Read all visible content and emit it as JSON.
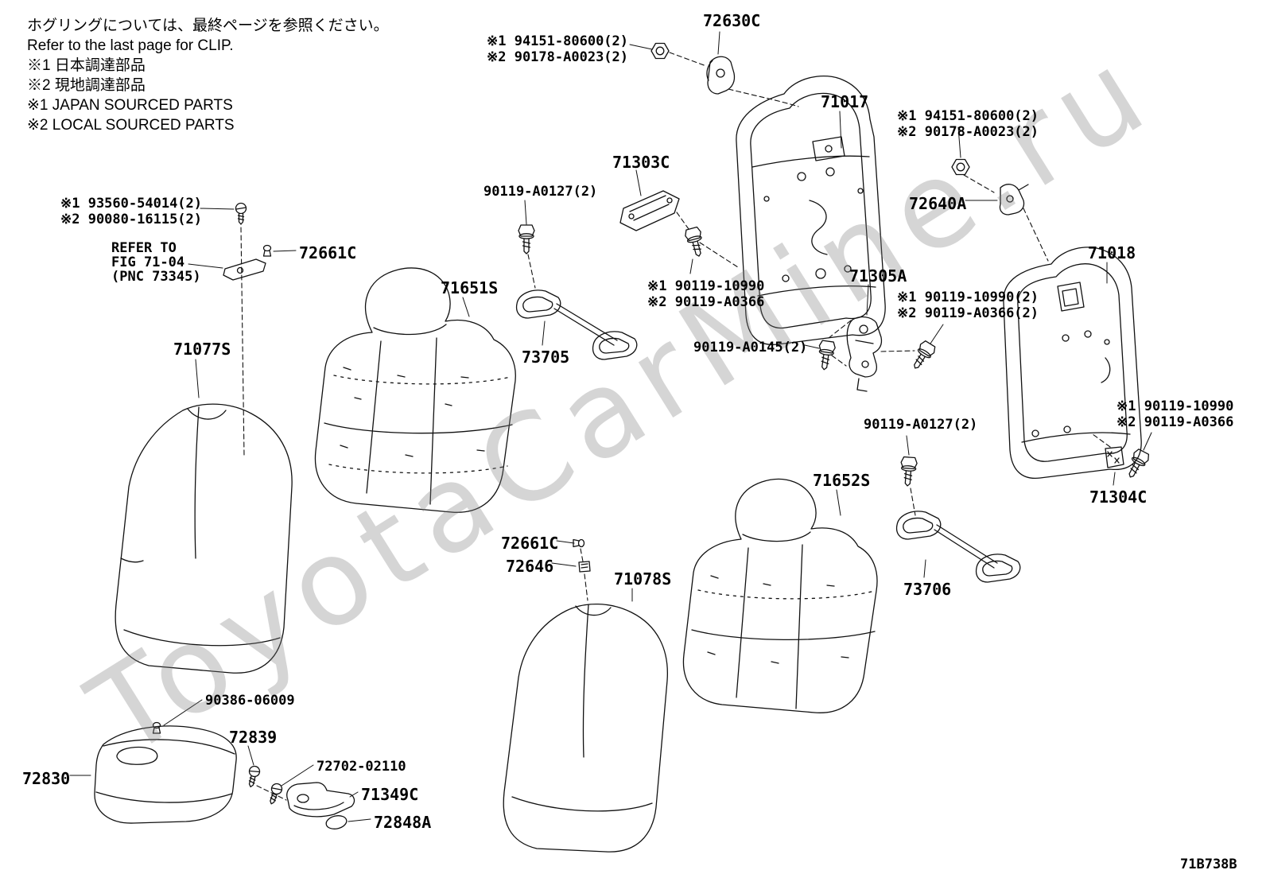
{
  "watermark": "ToyotaCarMine.ru",
  "diagram_code": "71B738B",
  "notes": {
    "jp_clip": "ホグリングについては、最終ページを参照ください。",
    "en_clip": "Refer to the last page for CLIP.",
    "jp_sourced_1": "※1 日本調達部品",
    "jp_sourced_2": "※2 現地調達部品",
    "en_sourced_1": "※1 JAPAN SOURCED PARTS",
    "en_sourced_2": "※2 LOCAL SOURCED PARTS"
  },
  "labels": {
    "p72630C": "72630C",
    "nut_top_1": "※1 94151-80600(2)",
    "nut_top_2": "※2 90178-A0023(2)",
    "p71017": "71017",
    "nut_right_1": "※1 94151-80600(2)",
    "nut_right_2": "※2 90178-A0023(2)",
    "p71303C": "71303C",
    "bolt_a0127_top": "90119-A0127(2)",
    "p72640A": "72640A",
    "p71018": "71018",
    "screw_top_1": "※1 93560-54014(2)",
    "screw_top_2": "※2 90080-16115(2)",
    "refer_line1": "REFER TO",
    "refer_line2": "FIG 71-04",
    "refer_line3": "(PNC 73345)",
    "p72661C_a": "72661C",
    "p71651S": "71651S",
    "p71077S": "71077S",
    "p73705": "73705",
    "bolt_mid_1": "※1 90119-10990",
    "bolt_mid_2": "※2 90119-A0366",
    "p71305A": "71305A",
    "bolt_right_1": "※1 90119-10990(2)",
    "bolt_right_2": "※2 90119-A0366(2)",
    "bolt_a0145": "90119-A0145(2)",
    "bolt_a0127_bot": "90119-A0127(2)",
    "bolt_far_1": "※1 90119-10990",
    "bolt_far_2": "※2 90119-A0366",
    "p71304C": "71304C",
    "p71652S": "71652S",
    "p72661C_b": "72661C",
    "p72646": "72646",
    "p71078S": "71078S",
    "p73706": "73706",
    "p90386": "90386-06009",
    "p72839": "72839",
    "p72830": "72830",
    "p72702": "72702-02110",
    "p71349C": "71349C",
    "p72848A": "72848A"
  }
}
